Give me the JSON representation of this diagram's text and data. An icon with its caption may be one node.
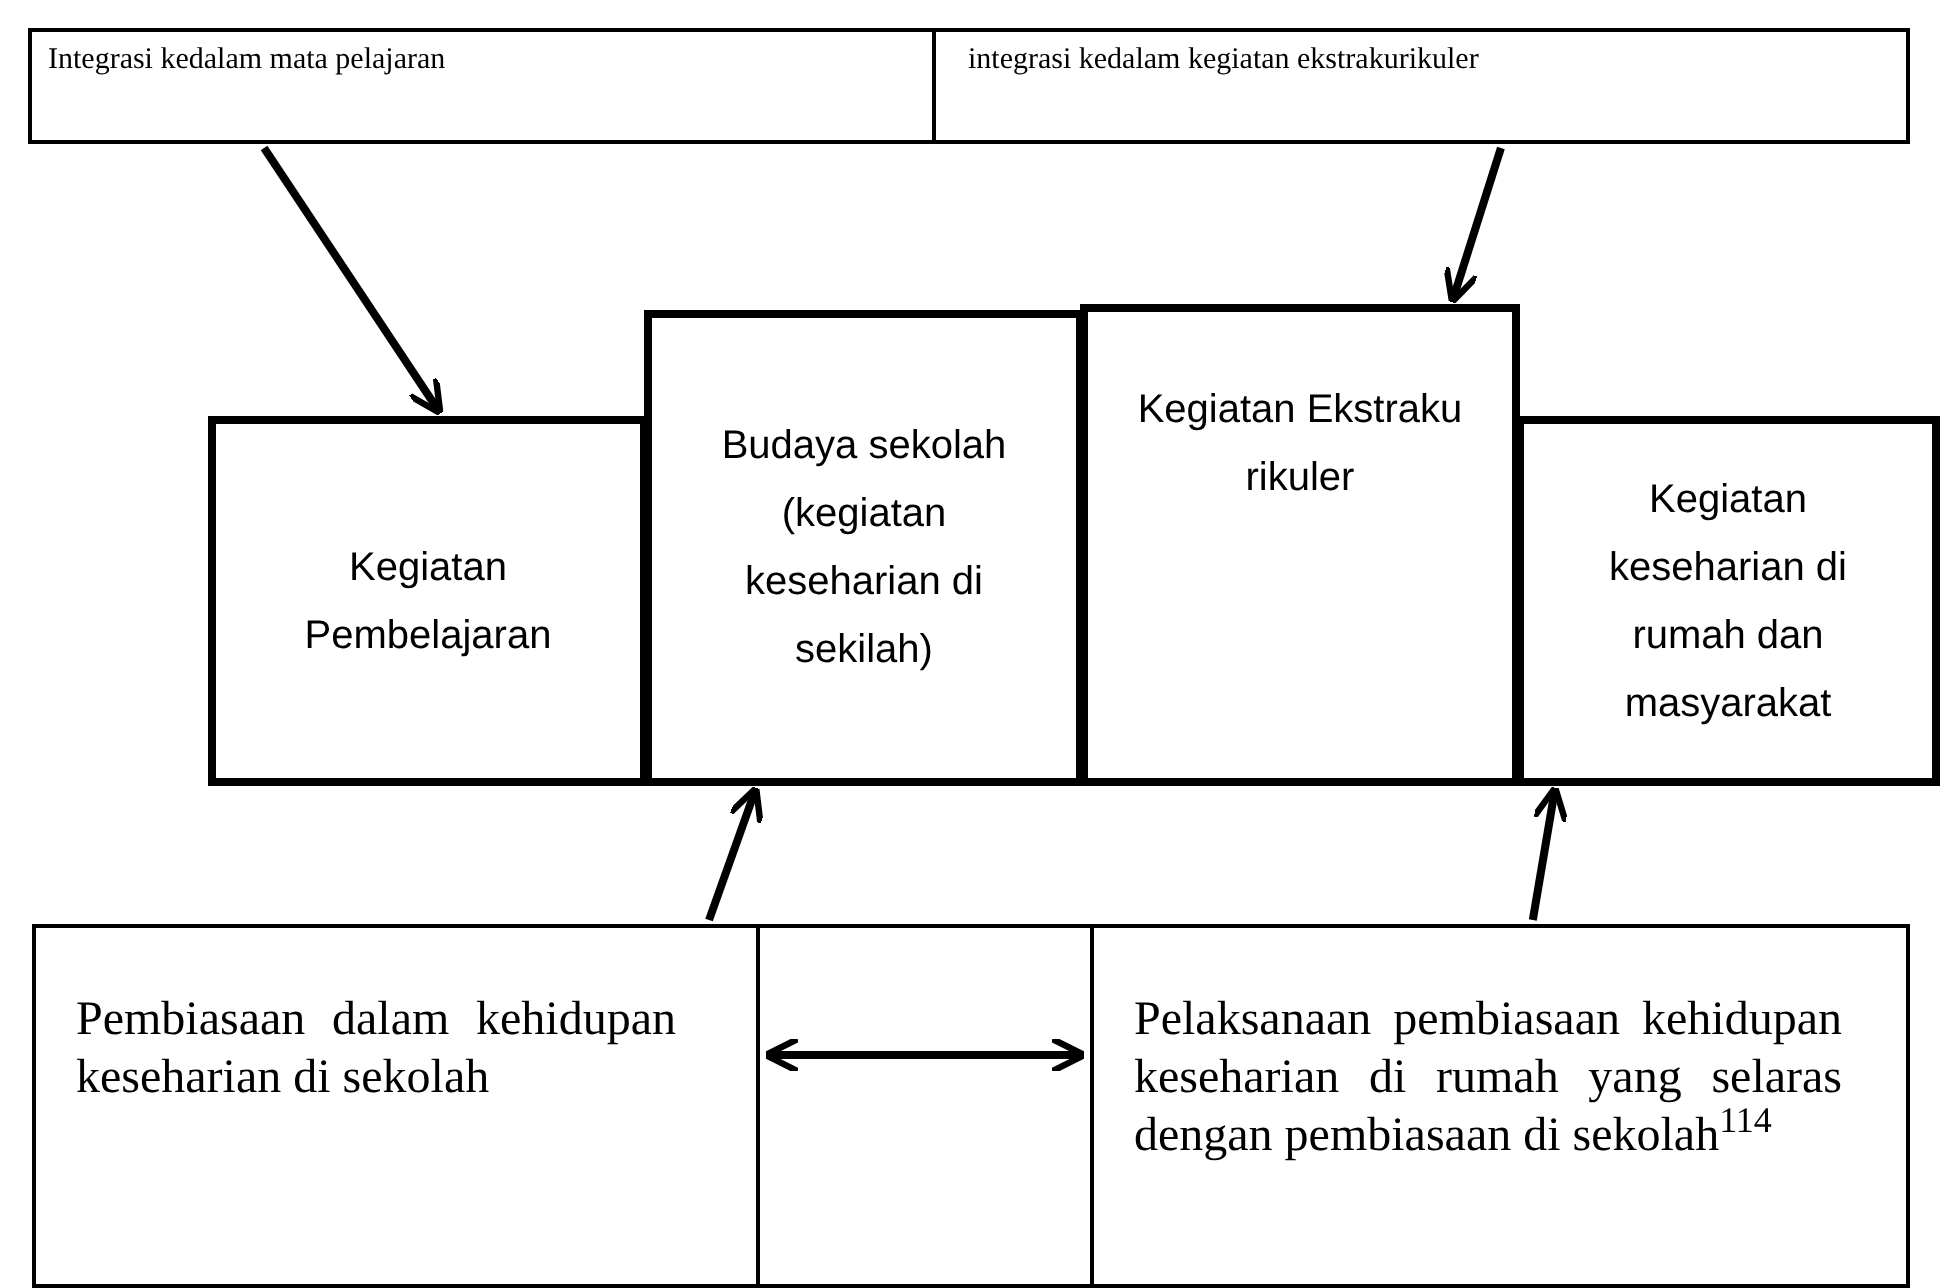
{
  "diagram": {
    "nodes": [
      {
        "text": [
          "Integrasi kedalam mata pelajaran"
        ]
      },
      {
        "text": [
          "integrasi kedalam kegiatan ekstrakurikuler"
        ]
      },
      {
        "text": [
          "Kegiatan Pembelajaran"
        ]
      },
      {
        "text": [
          "Budaya sekolah (kegiatan keseharian di sekilah)"
        ]
      },
      {
        "text": [
          "Kegiatan Ekstrakurikuler"
        ]
      },
      {
        "text": [
          "Kegiatan keseharian di rumah dan masyarakat"
        ]
      },
      {
        "text": [
          "Pembiasaan dalam kehidupan keseharian di sekolah"
        ]
      },
      {
        "text": [
          "Pelaksanaan pembiasaan kehidupan keseharian di rumah yang selaras dengan pembiasaan di sekolah$^{114}$"
        ]
      }
    ],
    "edges": [
      {
        "from": 0,
        "to": 2,
        "arrow": "to"
      },
      {
        "from": 1,
        "to": 4,
        "arrow": "to"
      },
      {
        "from": 6,
        "to": 3,
        "arrow": "to"
      },
      {
        "from": 7,
        "to": 5,
        "arrow": "to"
      },
      {
        "from": 6,
        "to": 7,
        "arrow": "both"
      }
    ]
  }
}
